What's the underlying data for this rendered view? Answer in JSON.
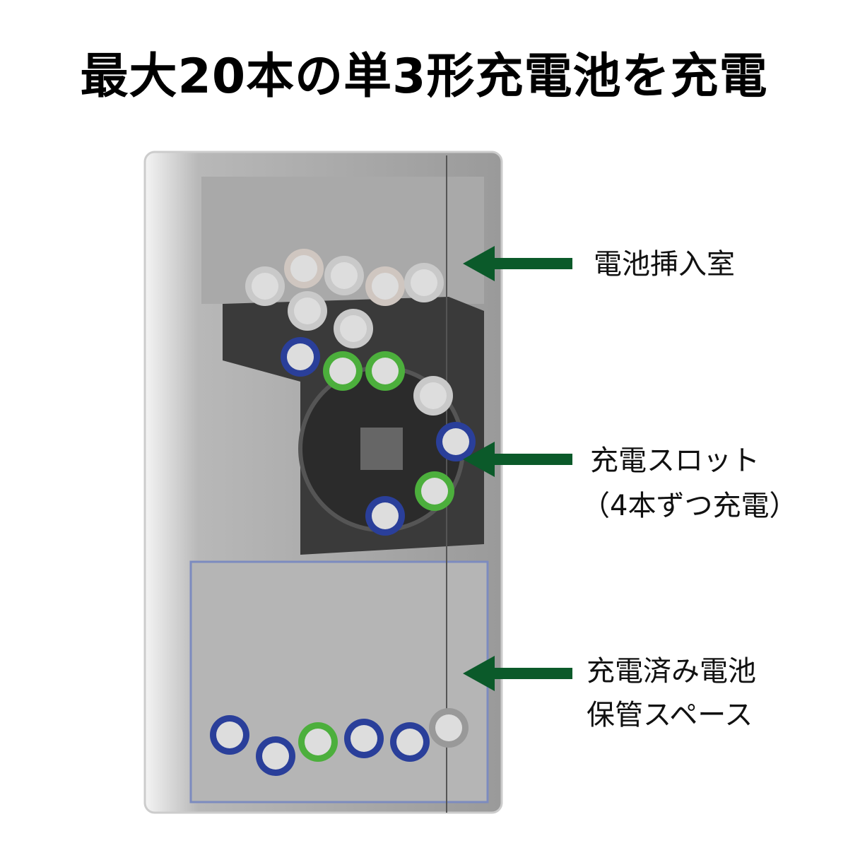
{
  "title": "最大20本の単3形充電池を充電",
  "callouts": [
    {
      "lines": [
        "電池挿入室"
      ]
    },
    {
      "lines": [
        "充電スロット",
        "（4本ずつ充電）"
      ]
    },
    {
      "lines": [
        "充電済み電池",
        "保管スペース"
      ]
    }
  ],
  "colors": {
    "arrow": "#0b5a2a",
    "body": "#8f8f8f",
    "green_battery": "#4caf3c",
    "blue_battery": "#2a3f9a"
  }
}
